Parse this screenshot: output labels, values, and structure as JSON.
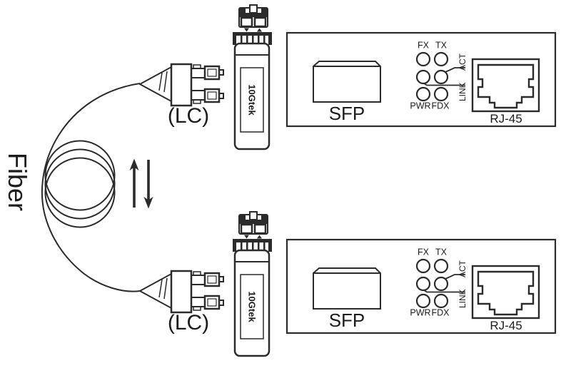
{
  "diagram": {
    "fiber_label": "Fiber",
    "lc_connector_label": "(LC)",
    "sfp_module_brand": "10Gtek",
    "media_converter": {
      "sfp_slot_label": "SFP",
      "rj45_port_label": "RJ-45",
      "led_labels": {
        "fx": "FX",
        "tx": "TX",
        "pwr": "PWR",
        "fdx": "FDX",
        "act": "ACT",
        "link": "LINK"
      }
    },
    "colors": {
      "line": "#2b2b2b",
      "text": "#1c1c1c",
      "background": "#ffffff"
    }
  }
}
